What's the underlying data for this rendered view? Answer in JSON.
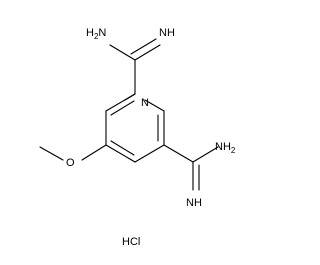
{
  "structure": {
    "labels": {
      "amine_top": {
        "main": "H",
        "sub": "2",
        "tail": "N"
      },
      "imine_top": "NH",
      "ring_nitrogen": "N",
      "methoxy_oxygen": "O",
      "amine_bottom": {
        "main": "NH",
        "sub": "2"
      },
      "imine_bottom": "NH"
    },
    "salt": "HCl"
  }
}
